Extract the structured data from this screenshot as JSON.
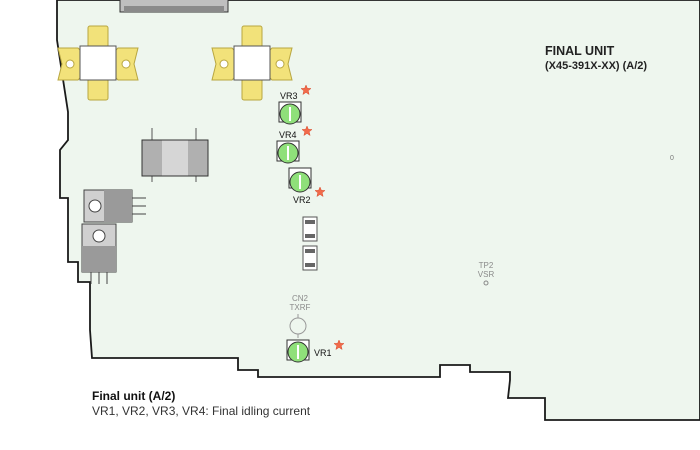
{
  "board": {
    "title": "FINAL UNIT",
    "code": "(X45-391X-XX) (A/2)",
    "corner_mark": "0"
  },
  "components": {
    "vr3": "VR3",
    "vr4": "VR4",
    "vr2": "VR2",
    "vr1": "VR1",
    "cn2_line1": "CN2",
    "cn2_line2": "TXRF",
    "tp2_line1": "TP2",
    "tp2_line2": "VSR"
  },
  "caption": {
    "title": "Final unit (A/2)",
    "text": "VR1, VR2, VR3, VR4: Final idling current"
  },
  "colors": {
    "board_fill": "#eef6ee",
    "board_outline": "#1a1a1a",
    "trimmer_green": "#8fe07a",
    "gold_pad": "#f2e27a",
    "marker_star": "#f26a4a"
  }
}
